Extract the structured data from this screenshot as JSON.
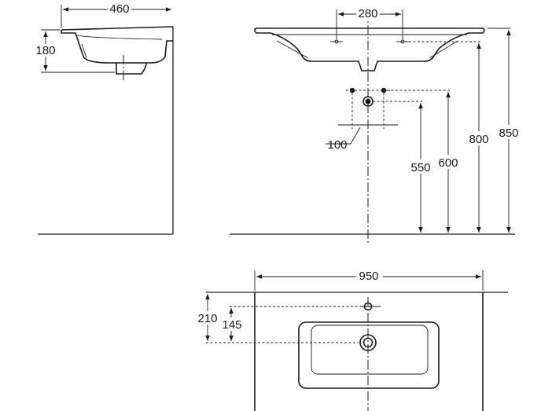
{
  "dimensions": {
    "side_width": "460",
    "side_height": "180",
    "front_tap_spacing": "280",
    "front_waste_spacing": "100",
    "front_height_550": "550",
    "front_height_600": "600",
    "front_height_800": "800",
    "front_height_850": "850",
    "top_width": "950",
    "top_depth_210": "210",
    "top_depth_145": "145"
  },
  "colors": {
    "ink": "#1a1a1a",
    "background": "#ffffff"
  }
}
